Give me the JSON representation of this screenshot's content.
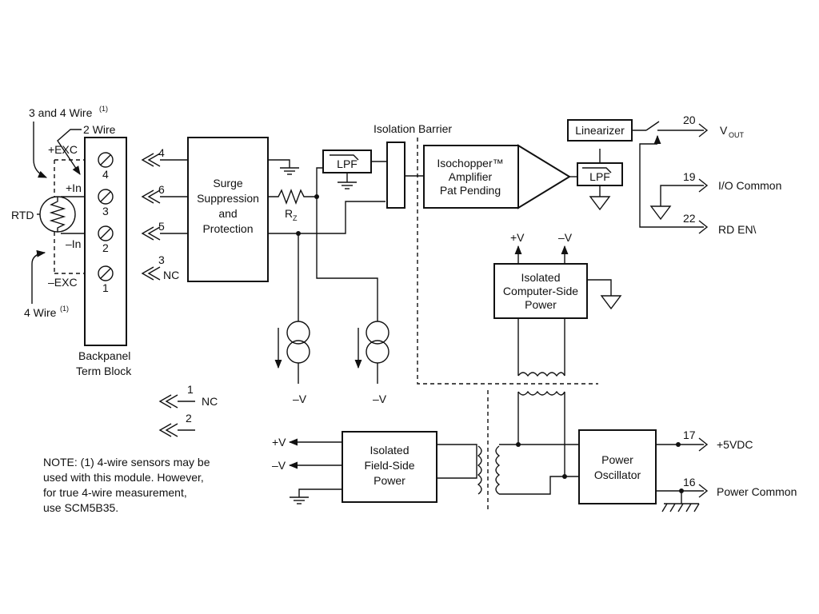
{
  "labels": {
    "three_four_wire": "3 and 4 Wire",
    "three_four_wire_sup": "(1)",
    "two_wire": "2 Wire",
    "four_wire": "4 Wire",
    "four_wire_sup": "(1)",
    "rtd": "RTD",
    "plus_exc": "+EXC",
    "plus_in": "+In",
    "minus_in": "–In",
    "minus_exc": "–EXC",
    "backpanel_line1": "Backpanel",
    "backpanel_line2": "Term Block",
    "isolation_barrier": "Isolation Barrier",
    "rz": "R",
    "rz_sub": "Z",
    "minus_v_left": "–V",
    "minus_v_right": "–V",
    "plus_v_top": "+V",
    "minus_v_top": "–V",
    "plus_v_field": "+V",
    "minus_v_field": "–V",
    "nc_top": "NC",
    "nc_bottom": "NC"
  },
  "terminals": {
    "block": [
      "4",
      "3",
      "2",
      "1"
    ],
    "connectors": [
      "4",
      "6",
      "5",
      "3"
    ],
    "extra_connectors": [
      "1",
      "2"
    ]
  },
  "blocks": {
    "surge": [
      "Surge",
      "Suppression",
      "and",
      "Protection"
    ],
    "lpf1": "LPF",
    "lpf2": "LPF",
    "isochopper": [
      "Isochopper™",
      "Amplifier",
      "Pat Pending"
    ],
    "linearizer": "Linearizer",
    "computer_power": [
      "Isolated",
      "Computer-Side",
      "Power"
    ],
    "field_power": [
      "Isolated",
      "Field-Side",
      "Power"
    ],
    "oscillator": [
      "Power",
      "Oscillator"
    ]
  },
  "outputs": {
    "pin20": "20",
    "vout": "V",
    "vout_sub": "OUT",
    "pin19": "19",
    "io_common": "I/O Common",
    "pin22": "22",
    "rd_en": "RD EN\\",
    "pin17": "17",
    "plus5vdc": "+5VDC",
    "pin16": "16",
    "power_common": "Power Common"
  },
  "note": [
    "NOTE: (1) 4-wire sensors may be",
    "used with this module. However,",
    "for true 4-wire measurement,",
    "use SCM5B35."
  ]
}
